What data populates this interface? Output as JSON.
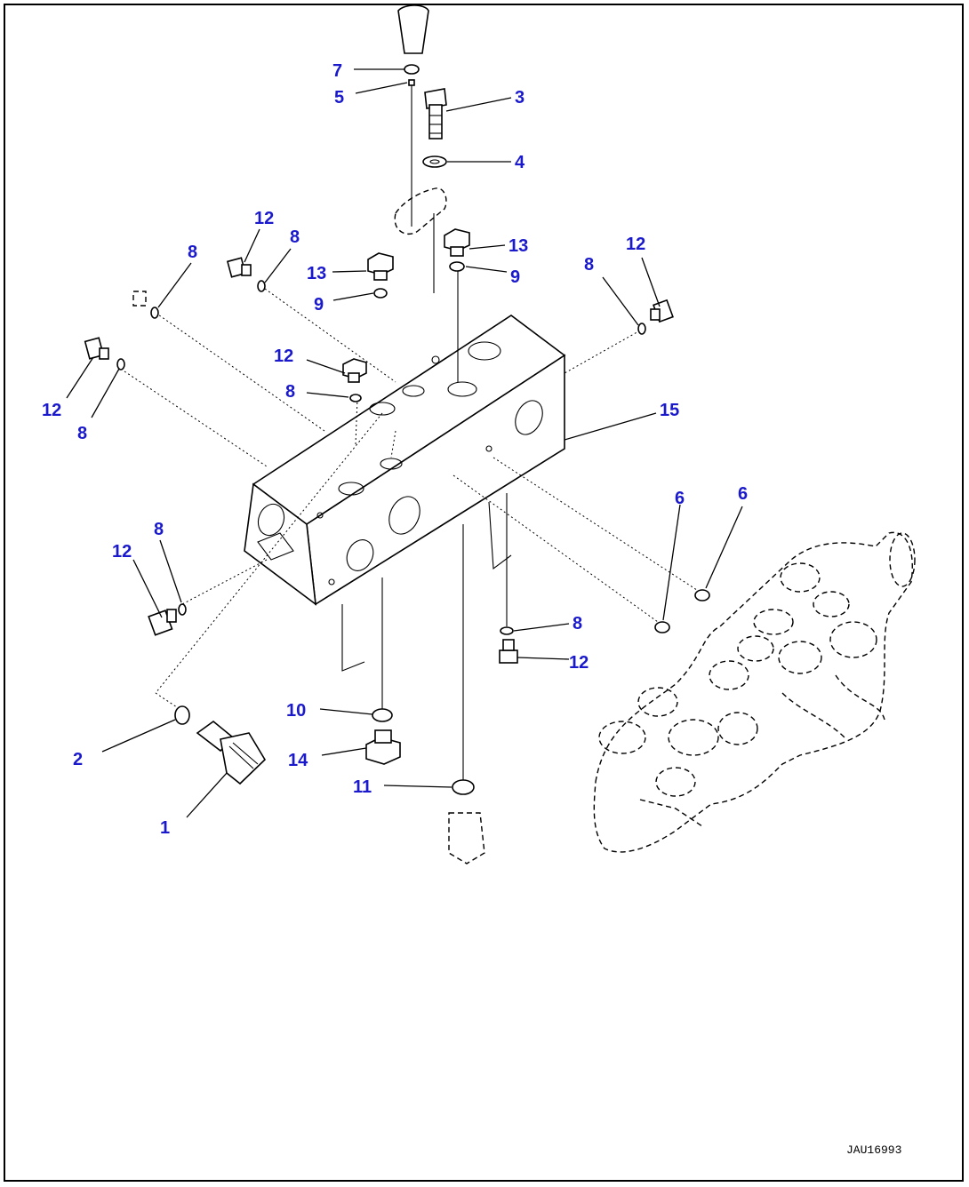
{
  "diagram": {
    "drawing_code": "JAU16993",
    "callout_color": "#1a1acc",
    "callouts": {
      "c1": "1",
      "c2": "2",
      "c3": "3",
      "c4": "4",
      "c5": "5",
      "c6a": "6",
      "c6b": "6",
      "c7": "7",
      "c8a": "8",
      "c8b": "8",
      "c8c": "8",
      "c8d": "8",
      "c8e": "8",
      "c8f": "8",
      "c8g": "8",
      "c9a": "9",
      "c9b": "9",
      "c10": "10",
      "c11": "11",
      "c12a": "12",
      "c12b": "12",
      "c12c": "12",
      "c12d": "12",
      "c12e": "12",
      "c12f": "12",
      "c13a": "13",
      "c13b": "13",
      "c14": "14",
      "c15": "15"
    }
  }
}
